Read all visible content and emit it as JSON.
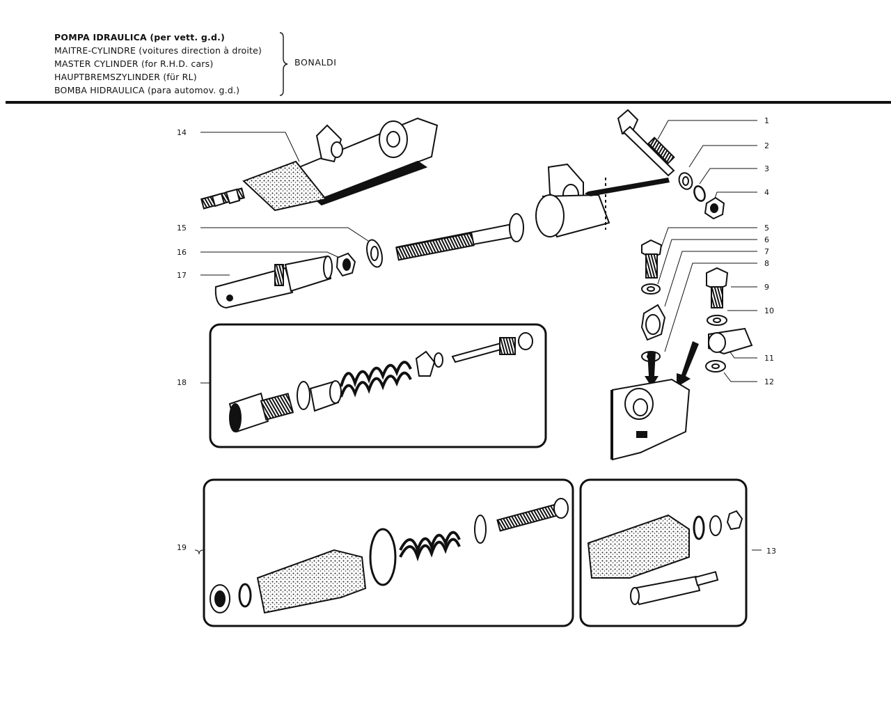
{
  "header": {
    "titles": [
      "POMPA IDRAULICA (per vett. g.d.)",
      "MAITRE-CYLINDRE (voitures direction à droite)",
      "MASTER CYLINDER (for R.H.D. cars)",
      "HAUPTBREMSZYLINDER (für RL)",
      "BOMBA HIDRAULICA (para automov. g.d.)"
    ],
    "manufacturer": "BONALDI"
  },
  "callouts": {
    "c1": "1",
    "c2": "2",
    "c3": "3",
    "c4": "4",
    "c5": "5",
    "c6": "6",
    "c7": "7",
    "c8": "8",
    "c9": "9",
    "c10": "10",
    "c11": "11",
    "c12": "12",
    "c13": "13",
    "c14": "14",
    "c15": "15",
    "c16": "16",
    "c17": "17",
    "c18": "18",
    "c19": "19"
  }
}
